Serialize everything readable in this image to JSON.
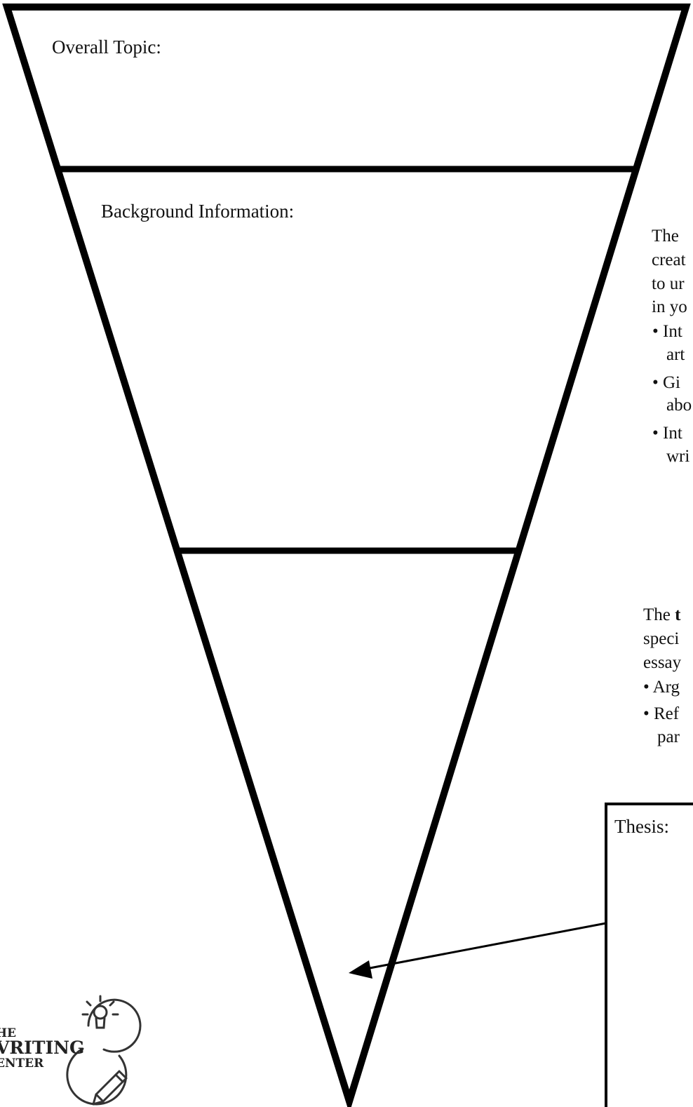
{
  "sections": {
    "overall_topic_label": "Overall Topic:",
    "background_label": "Background Information:",
    "thesis_label": "Thesis:"
  },
  "side_text": {
    "para1": [
      "The",
      "creat",
      "to ur",
      "in yo"
    ],
    "bullets1": [
      "• Int",
      "art",
      "• Gi",
      "abo",
      "• Int",
      "wri"
    ],
    "para2": [
      "The t",
      "speci",
      "essay"
    ],
    "bullets2": [
      "• Arg",
      "• Ref",
      "par"
    ]
  },
  "logo": {
    "line1": "HE",
    "line2": "VRITING",
    "line3": "ENTER"
  },
  "colors": {
    "stroke": "#000000",
    "text": "#111111",
    "background": "#ffffff"
  }
}
